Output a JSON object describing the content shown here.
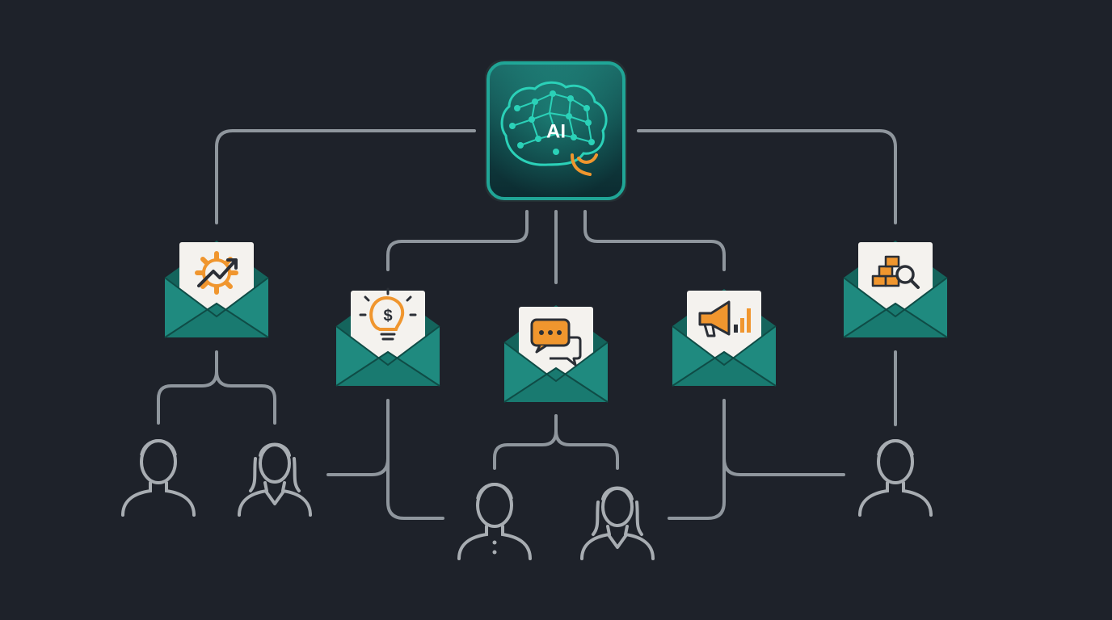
{
  "hub": {
    "label": "AI",
    "icon": "brain-network-icon"
  },
  "colors": {
    "background": "#1e222a",
    "connector": "#8f969d",
    "teal": "#1f8a7f",
    "teal_dark": "#14645c",
    "hub_glow": "#2bd1b8",
    "accent_orange": "#f0962e",
    "card": "#f4f2ee",
    "person_outline": "#a8adb2"
  },
  "envelopes": [
    {
      "id": "operations",
      "icon": "gear-growth-icon"
    },
    {
      "id": "finance",
      "icon": "dollar-lightbulb-icon"
    },
    {
      "id": "communication",
      "icon": "chat-bubbles-icon"
    },
    {
      "id": "marketing",
      "icon": "megaphone-bar-chart-icon"
    },
    {
      "id": "research",
      "icon": "blocks-magnifier-icon"
    }
  ],
  "recipients": [
    {
      "id": "recipient-1",
      "type": "man",
      "icon": "man-user-icon"
    },
    {
      "id": "recipient-2",
      "type": "woman",
      "icon": "woman-user-icon"
    },
    {
      "id": "recipient-3",
      "type": "man",
      "icon": "man-user-icon"
    },
    {
      "id": "recipient-4",
      "type": "woman",
      "icon": "woman-user-icon"
    },
    {
      "id": "recipient-5",
      "type": "man",
      "icon": "man-user-icon"
    }
  ]
}
